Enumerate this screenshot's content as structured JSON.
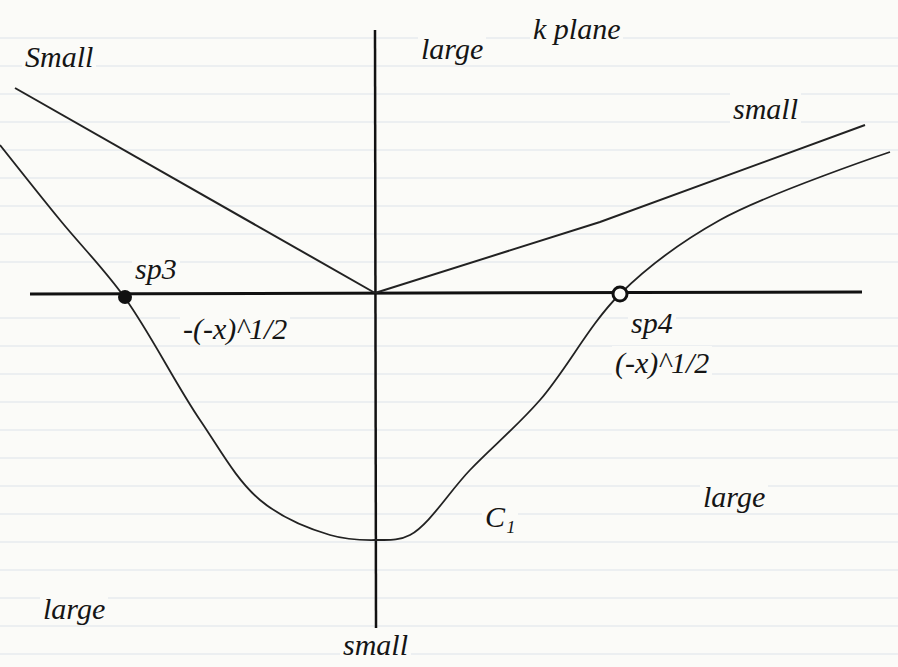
{
  "diagram": {
    "labels": [
      "k plane",
      "Small",
      "large",
      "small",
      "sp3",
      "-(-x)^1/2",
      "sp4",
      "(-x)^1/2",
      "C₁",
      "large",
      "large",
      "small"
    ]
  }
}
